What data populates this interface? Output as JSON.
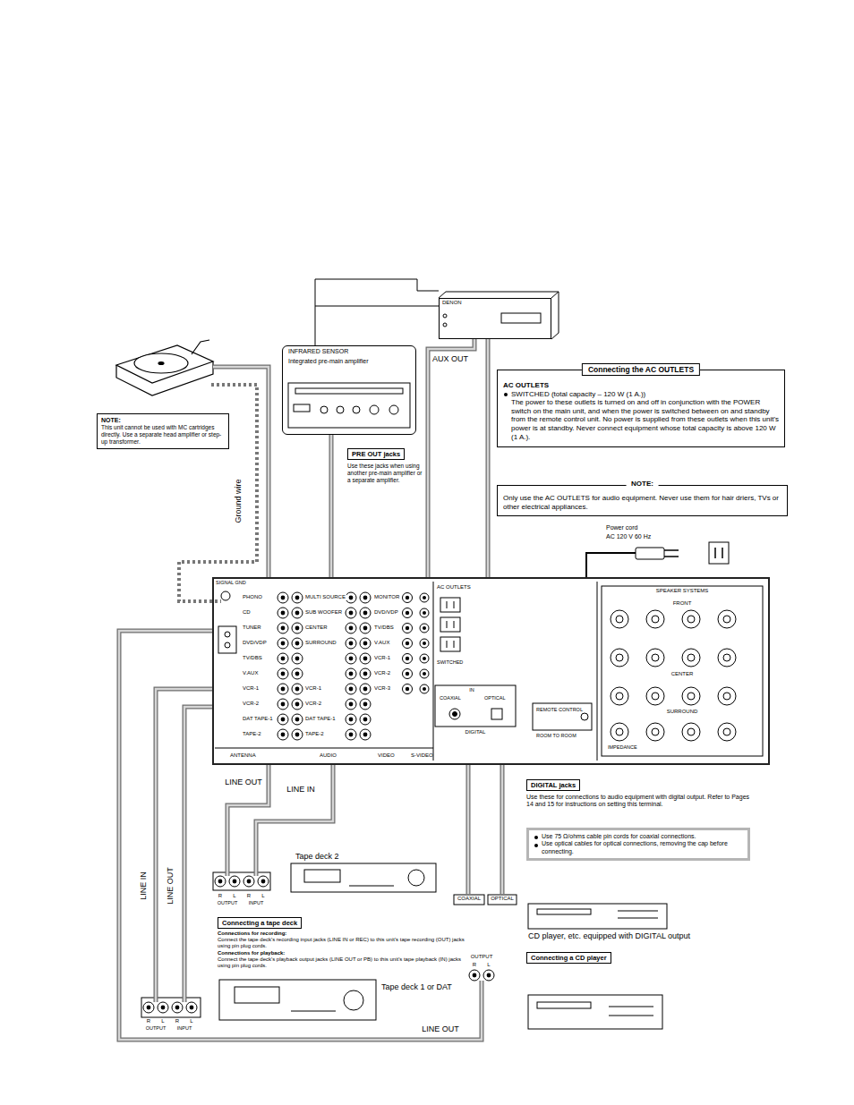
{
  "diagram": {
    "nodes": [
      {
        "text": [
          "NOTE:",
          "This unit cannot be used with MC cartridges directly. Use a separate head amplifier or step-up transformer."
        ]
      },
      {
        "text": [
          "INFRARED SENSOR",
          "Integrated pre-main amplifier"
        ]
      },
      {
        "text": [
          "DENON"
        ]
      },
      {
        "text": [
          "PRE OUT jacks",
          "Use these jacks when using another pre-main amplifier or a separate amplifier."
        ]
      },
      {
        "text": [
          "Connecting the AC OUTLETS",
          "AC OUTLETS",
          "SWITCHED (total capacity – 120 W (1 A.))",
          "The power to these outlets is turned on and off in conjunction with the POWER switch on the main unit, and when the power is switched between on and standby from the remote control unit. No power is supplied from these outlets when this unit's power is at standby. Never connect equipment whose total capacity is above 120 W (1 A.)."
        ]
      },
      {
        "text": [
          "NOTE:",
          "Only use the AC OUTLETS for audio equipment. Never use them for hair driers, TVs or other electrical appliances."
        ]
      },
      {
        "text": [
          "ANTENNA",
          "AUDIO",
          "VIDEO",
          "S-VIDEO"
        ]
      },
      {
        "text": [
          "DIGITAL jacks",
          "Use these for connections to audio equipment with digital output. Refer to Pages 14 and 15 for instructions on setting this terminal."
        ]
      },
      {
        "text": [
          "Use 75 Ω/ohms cable pin cords for coaxial connections.",
          "Use optical cables for optical connections, removing the cap before connecting."
        ]
      },
      {
        "text": [
          "Tape deck 2"
        ]
      },
      {
        "text": [
          "Connecting a tape deck",
          "Connections for recording:",
          "Connect the tape deck's recording input jacks (LINE IN or REC) to this unit's tape recording (OUT) jacks using pin plug cords.",
          "Connections for playback:",
          "Connect the tape deck's playback output jacks (LINE OUT or PB) to this unit's tape playback (IN) jacks using pin plug cords."
        ]
      },
      {
        "text": [
          "Tape deck 1 or DAT"
        ]
      },
      {
        "text": [
          "CD player, etc. equipped with DIGITAL output"
        ]
      },
      {
        "text": [
          "Connecting a CD player"
        ]
      }
    ],
    "edges": [
      {
        "from": 2,
        "to": 6,
        "label": "AUX OUT",
        "arrow": "none"
      },
      {
        "from": 2,
        "to": 6,
        "arrow": "none"
      },
      {
        "from": 1,
        "to": 6,
        "arrow": "none"
      },
      {
        "from": 9,
        "to": 6,
        "label": "LINE OUT",
        "arrow": "none"
      },
      {
        "from": 9,
        "to": 6,
        "label": "LINE IN",
        "arrow": "none"
      },
      {
        "from": 11,
        "to": 6,
        "label": "LINE IN",
        "arrow": "none"
      },
      {
        "from": 11,
        "to": 6,
        "label": "LINE OUT",
        "arrow": "none"
      },
      {
        "from": 12,
        "to": 6,
        "arrow": "none"
      },
      {
        "from": 12,
        "to": 6,
        "arrow": "none"
      },
      {
        "from": 13,
        "to": 6,
        "label": "LINE OUT",
        "arrow": "none"
      }
    ],
    "labels": [
      "Ground wire",
      "Power cord",
      "AC 120 V 60 Hz",
      "SIGNAL GND",
      "PHONO",
      "CD",
      "TUNER",
      "DVD/VDP",
      "TV/DBS",
      "V.AUX",
      "VCR-1",
      "VCR-2",
      "DAT TAPE-1",
      "TAPE-2",
      "MULTI SOURCE",
      "SUB WOOFER",
      "CENTER",
      "SURROUND",
      "VCR-1",
      "VCR-2",
      "DAT TAPE-1",
      "TAPE-2",
      "MONITOR",
      "DVD/VDP",
      "TV/DBS",
      "V.AUX",
      "VCR-1",
      "VCR-2",
      "VCR-3",
      "AC OUTLETS",
      "SWITCHED",
      "IN",
      "COAXIAL",
      "OPTICAL",
      "DIGITAL",
      "REMOTE CONTROL",
      "ROOM TO ROOM",
      "SPEAKER SYSTEMS",
      "FRONT",
      "CENTER",
      "SURROUND",
      "IMPEDANCE",
      "R",
      "L",
      "R",
      "L",
      "OUTPUT",
      "INPUT",
      "R",
      "L",
      "R",
      "L",
      "OUTPUT",
      "INPUT",
      "COAXIAL",
      "OPTICAL",
      "OUTPUT",
      "R",
      "L"
    ]
  }
}
